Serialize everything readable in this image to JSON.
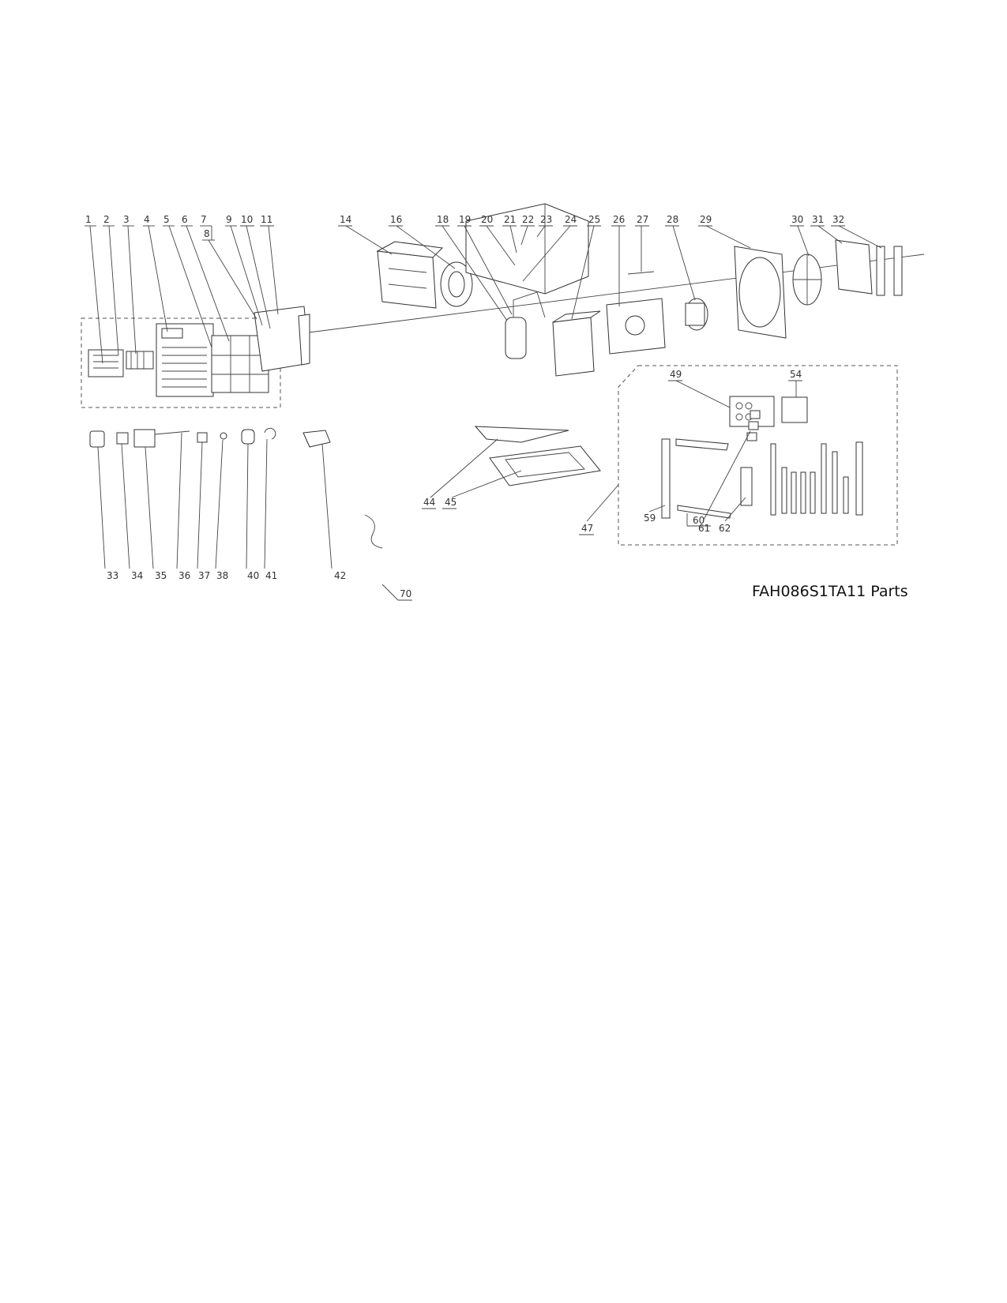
{
  "caption": "FAH086S1TA11 Parts",
  "callouts": [
    "1",
    "2",
    "3",
    "4",
    "5",
    "6",
    "7",
    "8",
    "9",
    "10",
    "11",
    "14",
    "16",
    "18",
    "19",
    "20",
    "21",
    "22",
    "23",
    "24",
    "25",
    "26",
    "27",
    "28",
    "29",
    "30",
    "31",
    "32",
    "33",
    "34",
    "35",
    "36",
    "37",
    "38",
    "40",
    "41",
    "42",
    "44",
    "45",
    "47",
    "49",
    "54",
    "59",
    "60",
    "61",
    "62",
    "70"
  ]
}
